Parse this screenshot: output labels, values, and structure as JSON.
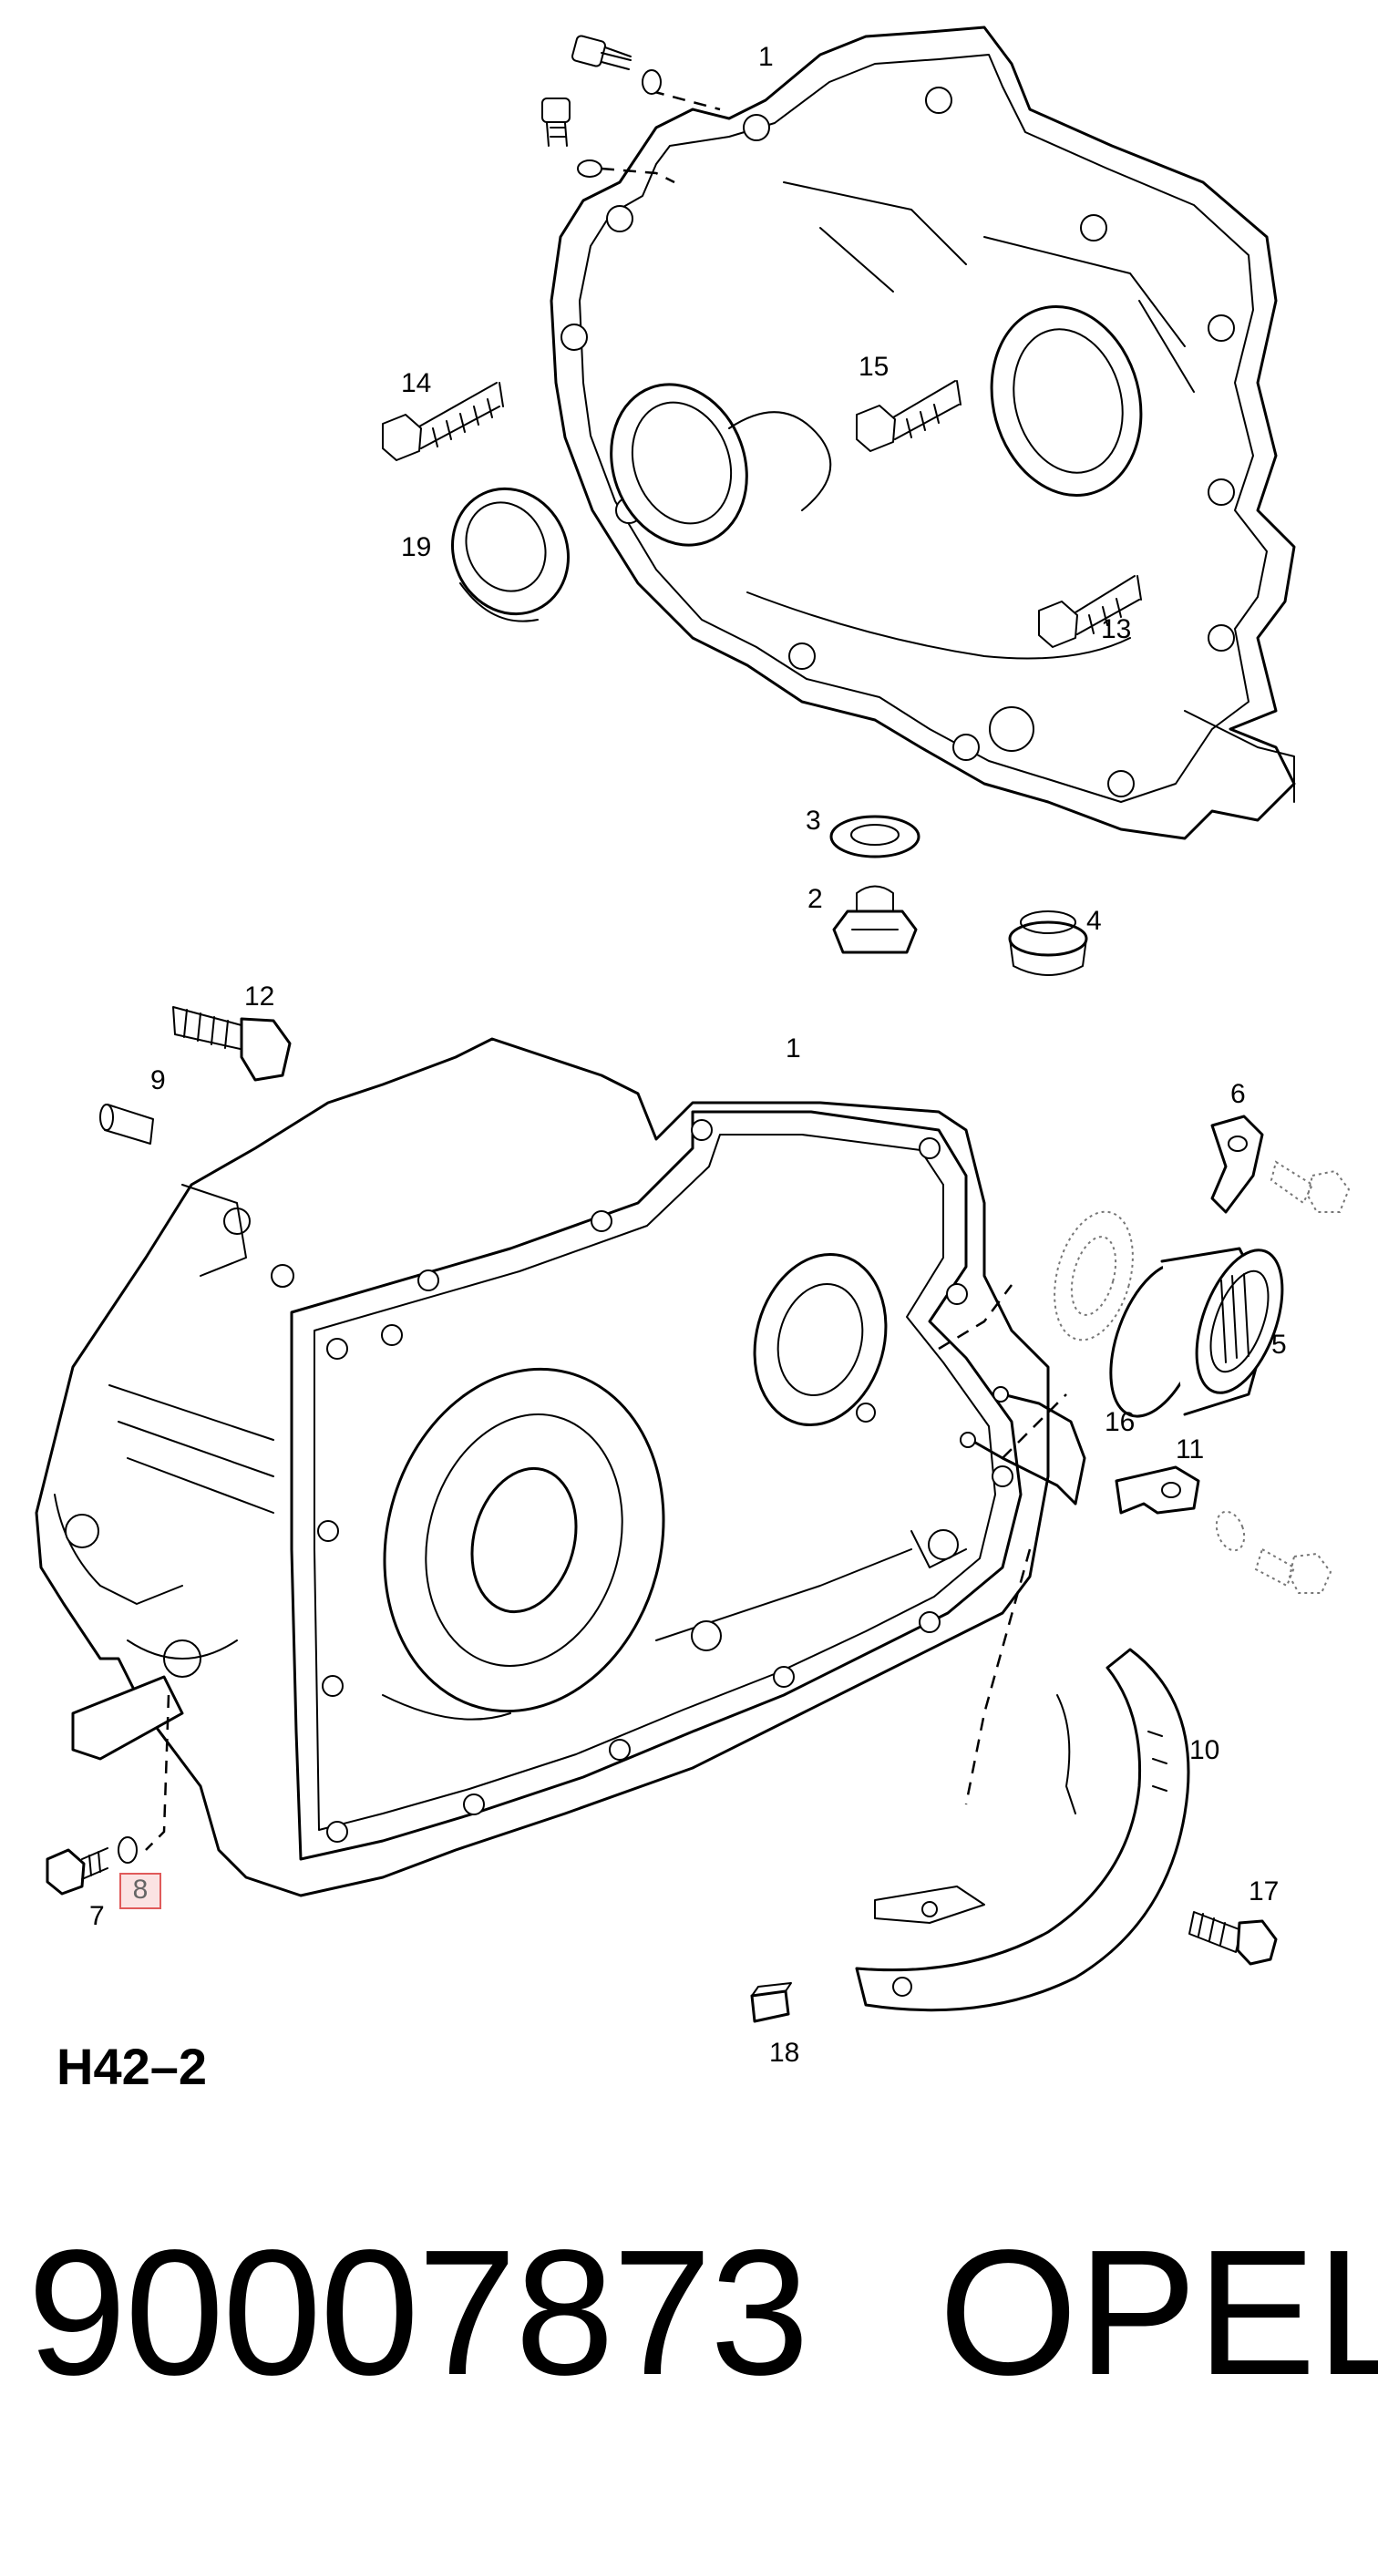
{
  "diagram": {
    "reference_code": "H42–2",
    "callouts": {
      "top_1": "1",
      "top_14": "14",
      "top_15": "15",
      "top_19": "19",
      "top_13": "13",
      "top_3": "3",
      "top_2": "2",
      "top_4": "4",
      "bot_12": "12",
      "bot_1": "1",
      "bot_9": "9",
      "bot_6": "6",
      "bot_5": "5",
      "bot_16": "16",
      "bot_11": "11",
      "bot_10": "10",
      "bot_17": "17",
      "bot_18": "18",
      "bot_7": "7"
    },
    "highlighted_callout": "8"
  },
  "footer": {
    "part_number": "90007873",
    "brand": "OPEL"
  },
  "colors": {
    "line": "#000000",
    "highlight_border": "#e05a5a",
    "highlight_fill": "#fbe3e3"
  }
}
